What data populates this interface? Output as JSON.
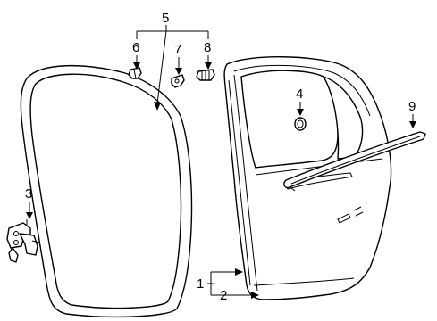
{
  "diagram": {
    "callouts": {
      "c1": "1",
      "c2": "2",
      "c3": "3",
      "c4": "4",
      "c5": "5",
      "c6": "6",
      "c7": "7",
      "c8": "8",
      "c9": "9"
    }
  },
  "colors": {
    "line": "#000000",
    "background": "#ffffff"
  }
}
